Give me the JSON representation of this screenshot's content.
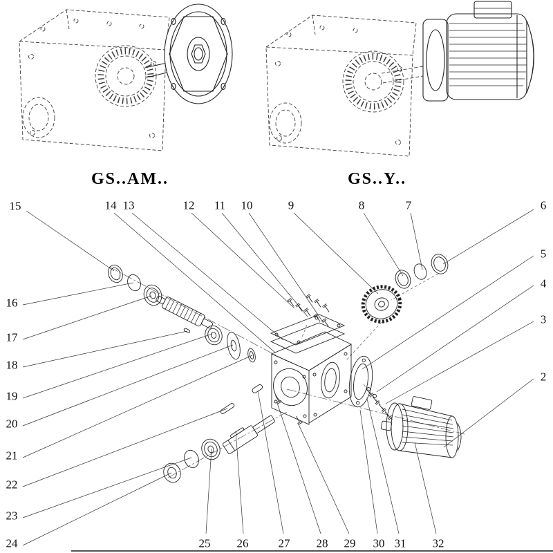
{
  "variants": [
    {
      "label": "GS..AM.."
    },
    {
      "label": "GS..Y.."
    }
  ],
  "callouts": {
    "n2": "2",
    "n3": "3",
    "n4": "4",
    "n5": "5",
    "n6": "6",
    "n7": "7",
    "n8": "8",
    "n9": "9",
    "n10": "10",
    "n11": "11",
    "n12": "12",
    "n13": "13",
    "n14": "14",
    "n15": "15",
    "n16": "16",
    "n17": "17",
    "n18": "18",
    "n19": "19",
    "n20": "20",
    "n21": "21",
    "n22": "22",
    "n23": "23",
    "n24": "24",
    "n25": "25",
    "n26": "26",
    "n27": "27",
    "n28": "28",
    "n29": "29",
    "n30": "30",
    "n31": "31",
    "n32": "32"
  }
}
